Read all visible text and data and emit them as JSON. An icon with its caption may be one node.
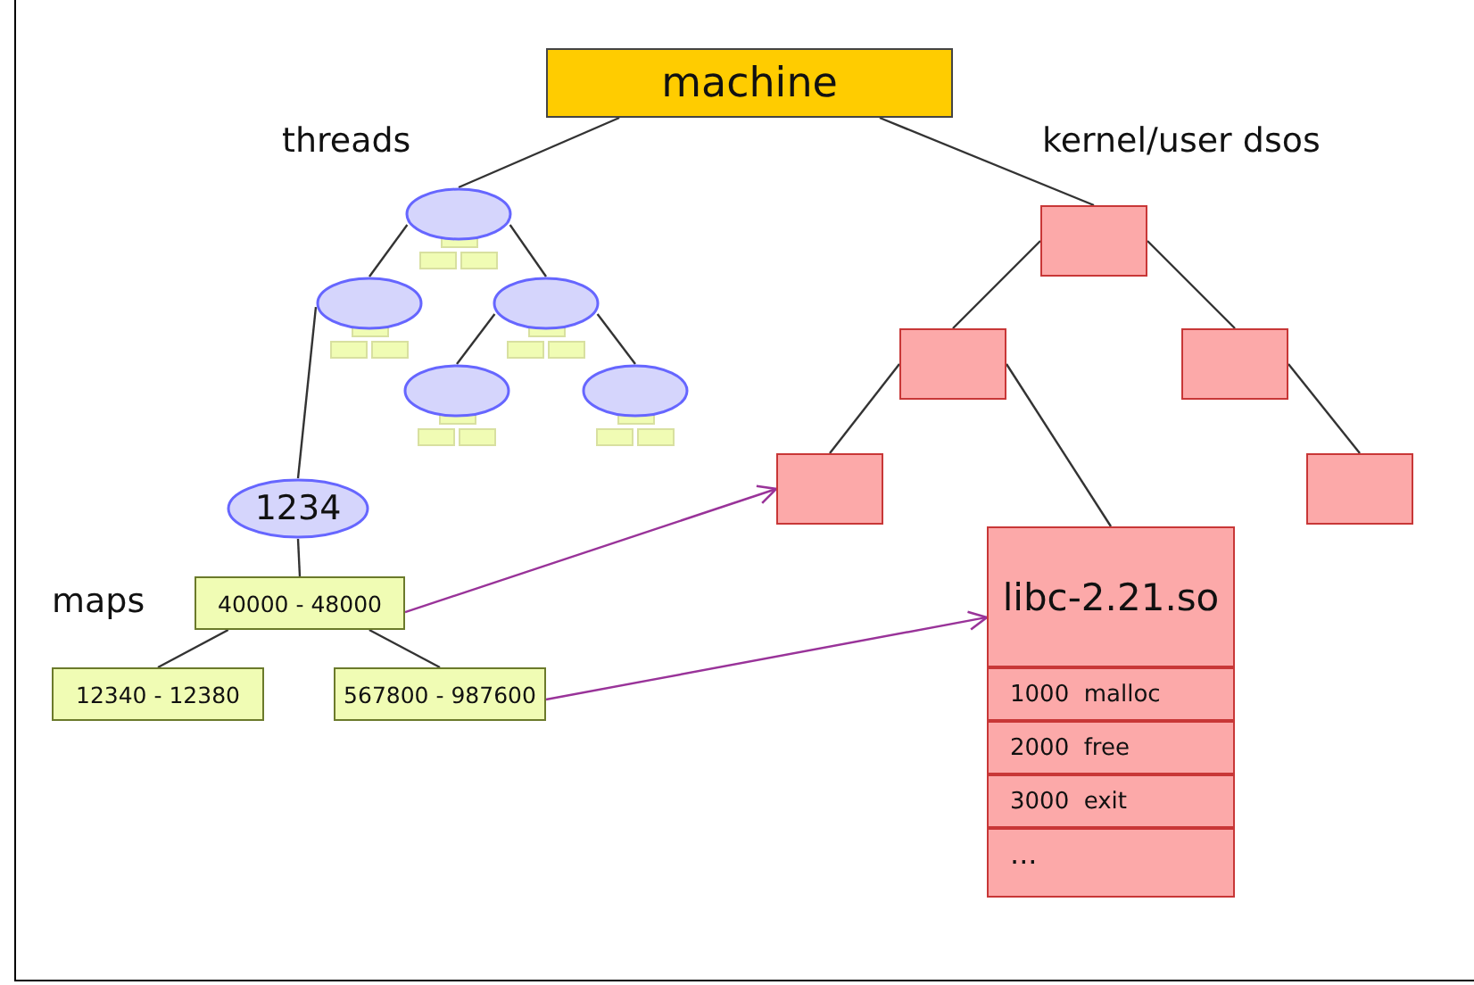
{
  "diagram": {
    "nodes": [
      {
        "text": [
          "machine"
        ]
      },
      {
        "text": [],
        "shape": "ellipse"
      },
      {
        "text": [],
        "shape": "ellipse"
      },
      {
        "text": [],
        "shape": "ellipse"
      },
      {
        "text": [],
        "shape": "ellipse"
      },
      {
        "text": [],
        "shape": "ellipse"
      },
      {
        "text": [
          "1234"
        ]
      },
      {
        "text": [
          "40000 - 48000"
        ]
      },
      {
        "text": [
          "12340 - 12380"
        ]
      },
      {
        "text": [
          "567800 - 987600"
        ]
      },
      {
        "text": [],
        "shape": "box"
      },
      {
        "text": [],
        "shape": "box"
      },
      {
        "text": [],
        "shape": "box"
      },
      {
        "text": [],
        "shape": "box"
      },
      {
        "text": [],
        "shape": "box"
      },
      {
        "text": [
          "libc-2.21.so",
          "1000  malloc",
          "2000  free",
          "3000  exit",
          "..."
        ]
      }
    ],
    "edges": [
      {
        "from": 0,
        "to": 1,
        "arrow": "none"
      },
      {
        "from": 0,
        "to": 10,
        "arrow": "none"
      },
      {
        "from": 1,
        "to": 2,
        "arrow": "none"
      },
      {
        "from": 1,
        "to": 3,
        "arrow": "none"
      },
      {
        "from": 3,
        "to": 4,
        "arrow": "none"
      },
      {
        "from": 3,
        "to": 5,
        "arrow": "none"
      },
      {
        "from": 2,
        "to": 6,
        "arrow": "none"
      },
      {
        "from": 6,
        "to": 7,
        "arrow": "none"
      },
      {
        "from": 7,
        "to": 8,
        "arrow": "none"
      },
      {
        "from": 7,
        "to": 9,
        "arrow": "none"
      },
      {
        "from": 10,
        "to": 11,
        "arrow": "none"
      },
      {
        "from": 10,
        "to": 12,
        "arrow": "none"
      },
      {
        "from": 11,
        "to": 13,
        "arrow": "none"
      },
      {
        "from": 11,
        "to": 15,
        "arrow": "none"
      },
      {
        "from": 12,
        "to": 14,
        "arrow": "none"
      },
      {
        "from": 7,
        "to": 13,
        "arrow": "to",
        "color": "#993399"
      },
      {
        "from": 9,
        "to": 15,
        "arrow": "to",
        "color": "#993399"
      }
    ],
    "labels": [
      "threads",
      "kernel/user dsos",
      "maps"
    ]
  }
}
